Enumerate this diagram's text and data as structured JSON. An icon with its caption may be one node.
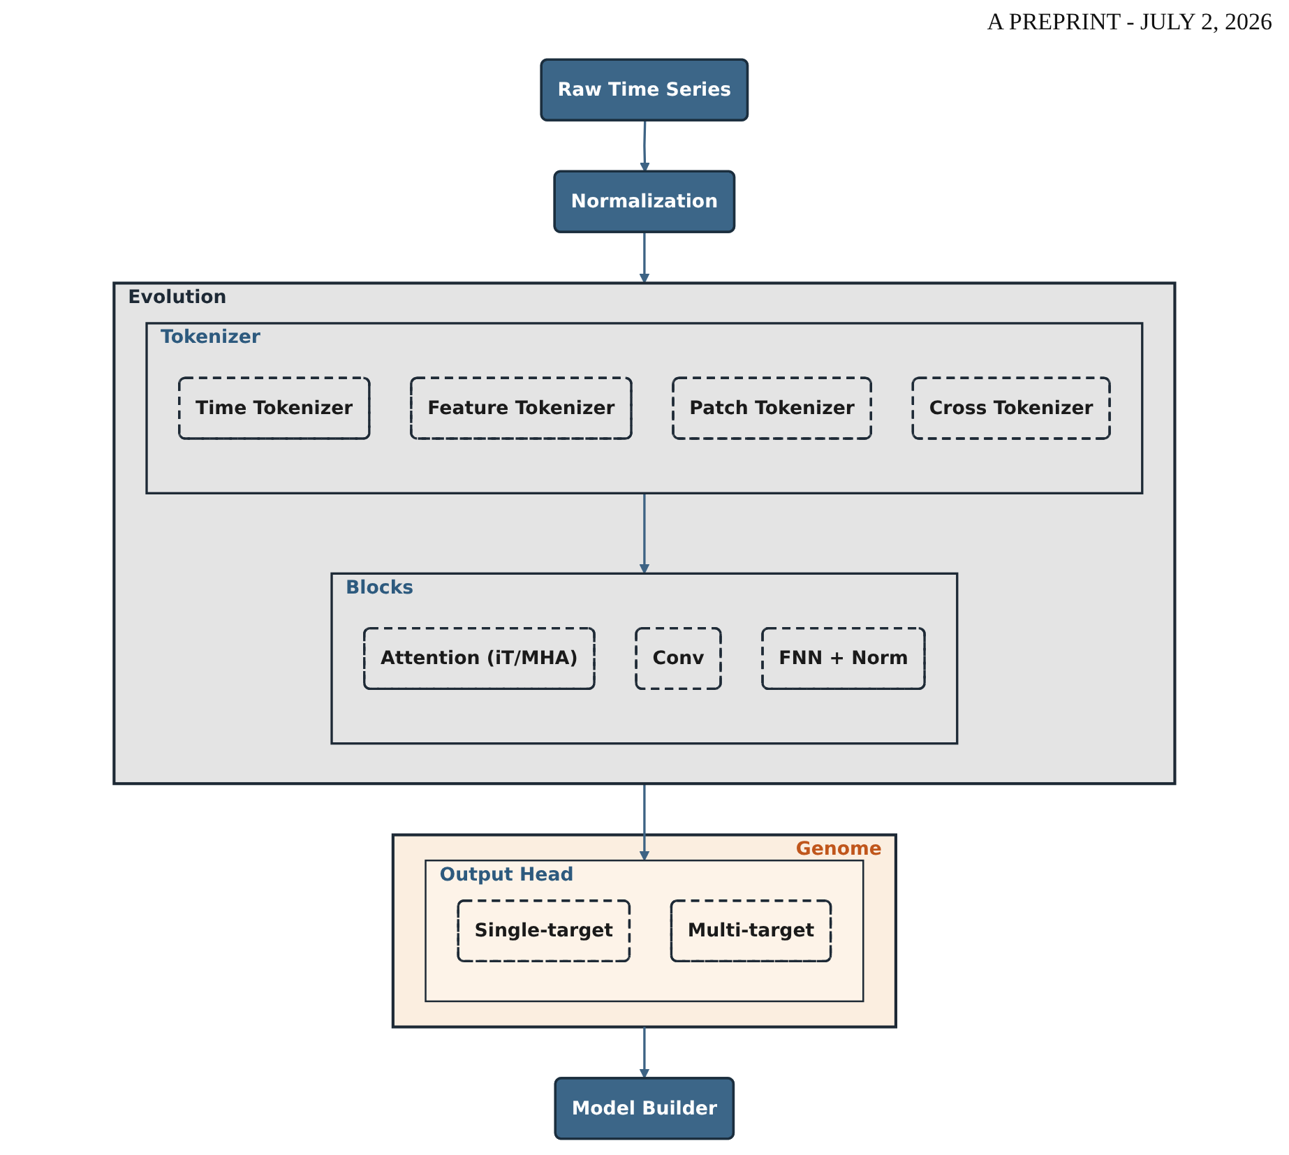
{
  "diagram": {
    "nodes": [
      {
        "text": [
          "Raw Time Series"
        ]
      },
      {
        "text": [
          "Normalization"
        ]
      },
      {
        "text": [
          "Evolution"
        ]
      },
      {
        "text": [
          "Tokenizer"
        ],
        "in": 2
      },
      {
        "text": [
          "Time Tokenizer"
        ],
        "in": 3
      },
      {
        "text": [
          "Feature Tokenizer"
        ],
        "in": 3
      },
      {
        "text": [
          "Patch Tokenizer"
        ],
        "in": 3
      },
      {
        "text": [
          "Cross Tokenizer"
        ],
        "in": 3
      },
      {
        "text": [
          "Blocks"
        ],
        "in": 2
      },
      {
        "text": [
          "Attention (iT/MHA)"
        ],
        "in": 8
      },
      {
        "text": [
          "Conv"
        ],
        "in": 8
      },
      {
        "text": [
          "FNN + Norm"
        ],
        "in": 8
      },
      {
        "text": [
          "Genome"
        ]
      },
      {
        "text": [
          "Output Head"
        ],
        "in": 12
      },
      {
        "text": [
          "Single-target"
        ],
        "in": 13
      },
      {
        "text": [
          "Multi-target"
        ],
        "in": 13
      },
      {
        "text": [
          "Model Builder"
        ]
      }
    ],
    "edges": [
      {
        "from": 0,
        "to": 1,
        "arrow": "to"
      },
      {
        "from": 1,
        "to": 2,
        "arrow": "to"
      },
      {
        "from": 3,
        "to": 8,
        "arrow": "to"
      },
      {
        "from": 2,
        "to": 13,
        "arrow": "to"
      },
      {
        "from": 12,
        "to": 16,
        "arrow": "to"
      }
    ],
    "labels": [
      "A PREPRINT - JULY 2, 2026"
    ]
  }
}
